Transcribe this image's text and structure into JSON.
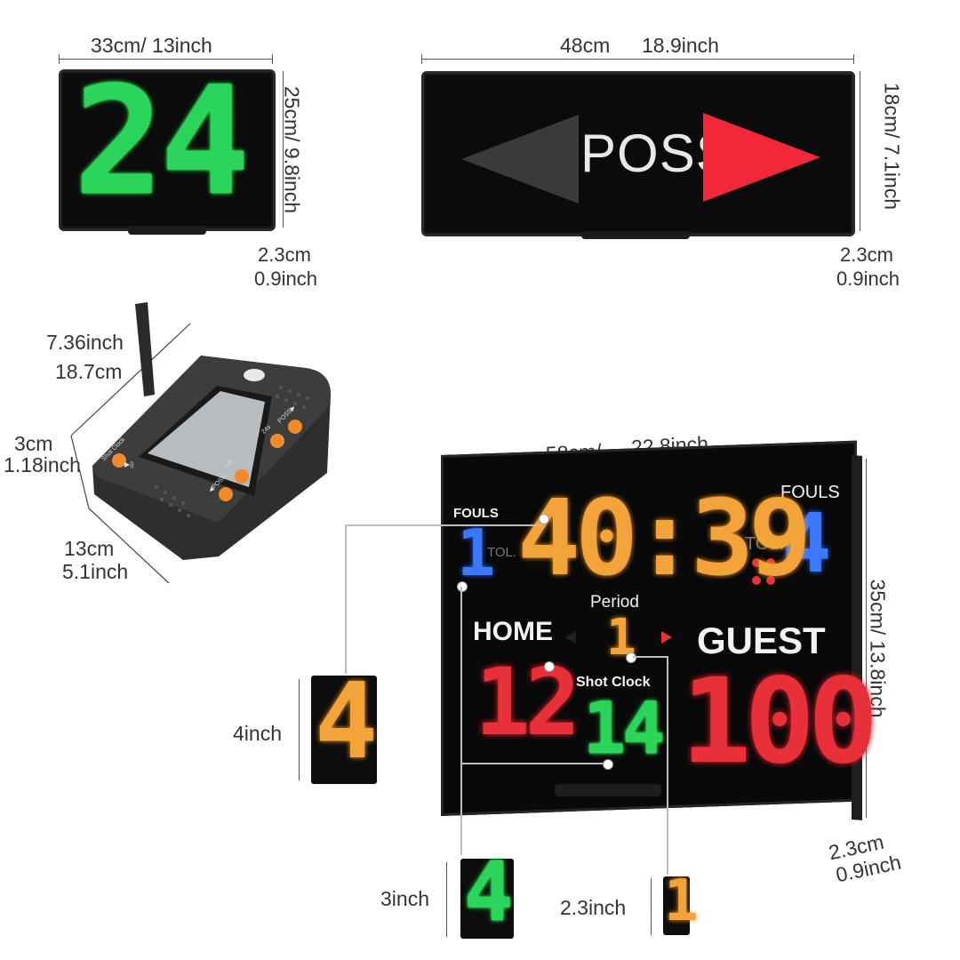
{
  "shot_clock_panel": {
    "width_label": "33cm/ 13inch",
    "height_label": "25cm/ 9.8inch",
    "depth_cm": "2.3cm",
    "depth_in": "0.9inch",
    "digits": "24"
  },
  "possession_panel": {
    "width_cm": "48cm",
    "width_in": "18.9inch",
    "height_label": "18cm/ 7.1inch",
    "depth_cm": "2.3cm",
    "depth_in": "0.9inch",
    "text": "POSS"
  },
  "controller": {
    "length_in": "7.36inch",
    "length_cm": "18.7cm",
    "thickness_cm": "3cm",
    "thickness_in": "1.18inch",
    "width_cm": "13cm",
    "width_in": "5.1inch",
    "btn_shot_clock": "Shot Clock",
    "btn_24s": "24s",
    "btn_14s": "14s",
    "btn_poss_left": "◀POSS",
    "btn_poss_right": "POSS▶",
    "btn_play": "▶||"
  },
  "scoreboard": {
    "width_cm": "58cm/",
    "width_in": "22.8inch",
    "height_label": "35cm/ 13.8inch",
    "depth_cm": "2.3cm",
    "depth_in": "0.9inch",
    "fouls_left": "FOULS",
    "fouls_right": "FOULS",
    "tol_left": "TOL.",
    "tol_right": "TOL.",
    "home_fouls": "1",
    "guest_fouls": "4",
    "clock": "40:39",
    "period_label": "Period",
    "period": "1",
    "home_label": "HOME",
    "guest_label": "GUEST",
    "home_score": "12",
    "guest_score": "100",
    "shot_clock_label": "Shot Clock",
    "shot_clock": "14"
  },
  "samples": {
    "s1_label": "4inch",
    "s1_digit": "4",
    "s2_label": "3inch",
    "s2_digit": "4",
    "s3_label": "2.3inch",
    "s3_digit": "1"
  }
}
